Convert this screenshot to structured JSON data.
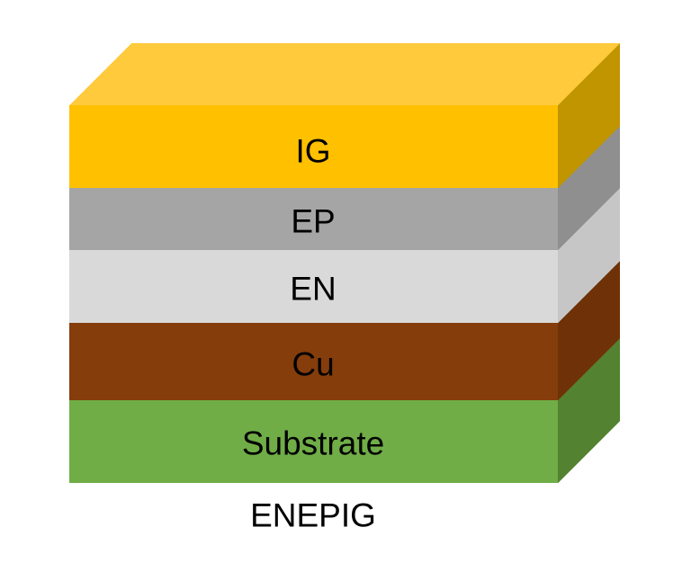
{
  "diagram": {
    "caption": "ENEPIG",
    "background_color": "#FFFFFF",
    "label_color": "#000000",
    "layers": [
      {
        "id": "ig",
        "label": "IG",
        "front_color": "#FFC000",
        "side_color": "#C09500",
        "top_color": "#FFCA3C"
      },
      {
        "id": "ep",
        "label": "EP",
        "front_color": "#A5A5A5",
        "side_color": "#8F8F8F"
      },
      {
        "id": "en",
        "label": "EN",
        "front_color": "#D9D9D9",
        "side_color": "#C6C6C6"
      },
      {
        "id": "cu",
        "label": "Cu",
        "front_color": "#853D0B",
        "side_color": "#6F3208"
      },
      {
        "id": "substrate",
        "label": "Substrate",
        "front_color": "#70AD47",
        "side_color": "#538230"
      }
    ]
  }
}
